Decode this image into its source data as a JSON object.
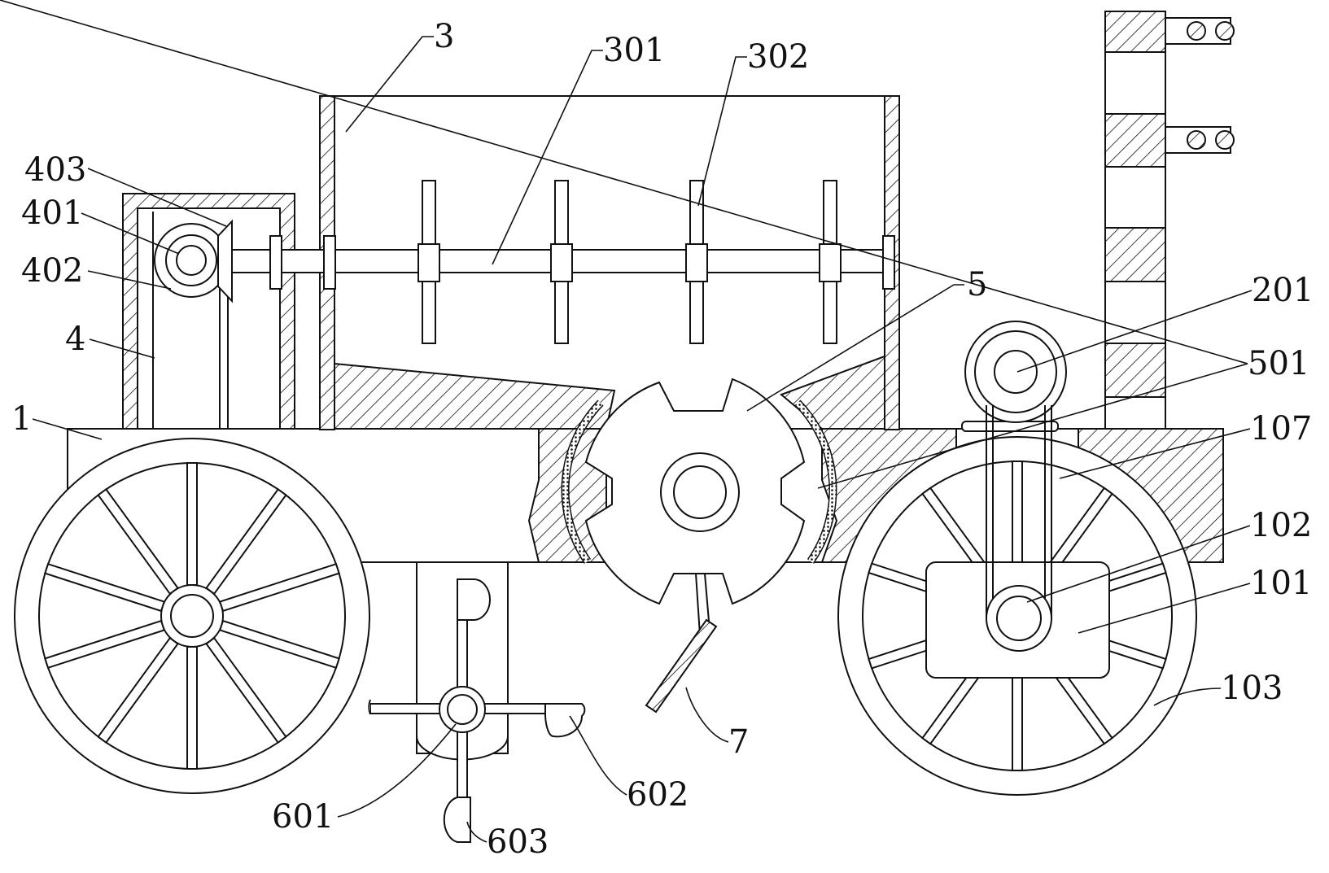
{
  "labels": {
    "l3": "3",
    "l301": "301",
    "l302": "302",
    "l403": "403",
    "l401": "401",
    "l402": "402",
    "l4": "4",
    "l1": "1",
    "l5": "5",
    "l201": "201",
    "l501": "501",
    "l107": "107",
    "l102": "102",
    "l101": "101",
    "l103": "103",
    "l7": "7",
    "l601": "601",
    "l602": "602",
    "l603": "603"
  },
  "colors": {
    "line": "#111111",
    "background": "#ffffff"
  }
}
